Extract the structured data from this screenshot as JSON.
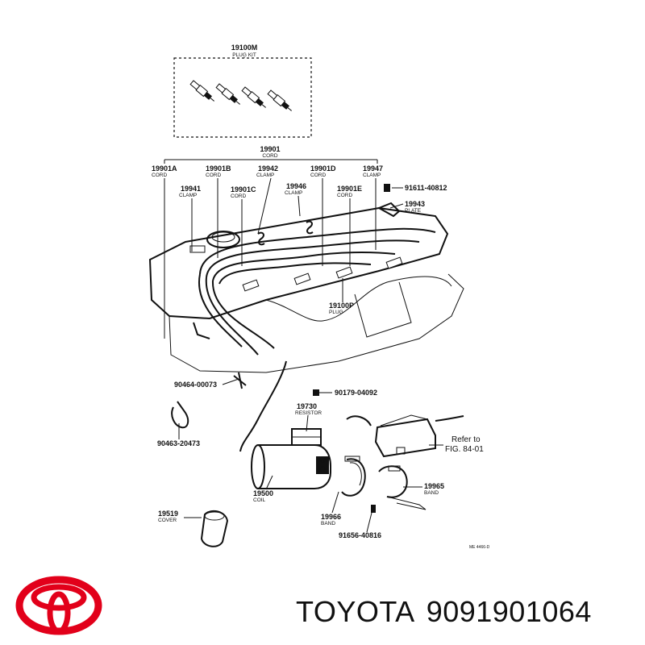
{
  "diagram": {
    "kit": {
      "part": "19100M",
      "name": "PLUG KIT"
    },
    "cord_group": {
      "part": "19901",
      "name": "CORD"
    },
    "parts": [
      {
        "id": "cord-a",
        "part": "19901A",
        "name": "CORD"
      },
      {
        "id": "cord-b",
        "part": "19901B",
        "name": "CORD"
      },
      {
        "id": "clamp-19942",
        "part": "19942",
        "name": "CLAMP"
      },
      {
        "id": "cord-d",
        "part": "19901D",
        "name": "CORD"
      },
      {
        "id": "clamp-19947",
        "part": "19947",
        "name": "CLAMP"
      },
      {
        "id": "clamp-19941",
        "part": "19941",
        "name": "CLAMP"
      },
      {
        "id": "cord-c",
        "part": "19901C",
        "name": "CORD"
      },
      {
        "id": "clamp-19946",
        "part": "19946",
        "name": "CLAMP"
      },
      {
        "id": "cord-e",
        "part": "19901E",
        "name": "CORD"
      },
      {
        "id": "bolt-91611",
        "part": "91611-40812",
        "name": ""
      },
      {
        "id": "plate-19943",
        "part": "19943",
        "name": "PLATE"
      },
      {
        "id": "plug-19100p",
        "part": "19100P",
        "name": "PLUG"
      },
      {
        "id": "tie-90464",
        "part": "90464-00073",
        "name": ""
      },
      {
        "id": "clip-90179",
        "part": "90179-04092",
        "name": ""
      },
      {
        "id": "resistor-19730",
        "part": "19730",
        "name": "RESISTOR"
      },
      {
        "id": "strap-90463",
        "part": "90463-20473",
        "name": ""
      },
      {
        "id": "coil-19500",
        "part": "19500",
        "name": "COIL"
      },
      {
        "id": "band-19965",
        "part": "19965",
        "name": "BAND"
      },
      {
        "id": "cover-19519",
        "part": "19519",
        "name": "COVER"
      },
      {
        "id": "band-19966",
        "part": "19966",
        "name": "BAND"
      },
      {
        "id": "bolt-91656",
        "part": "91656-40816",
        "name": ""
      }
    ],
    "refer": {
      "line1": "Refer to",
      "line2": "FIG. 84-01"
    },
    "ref_code": "ME 4466-D"
  },
  "footer": {
    "brand": "TOYOTA",
    "part_number": "9091901064"
  },
  "colors": {
    "logo": "#e2001a",
    "ink": "#111111"
  }
}
